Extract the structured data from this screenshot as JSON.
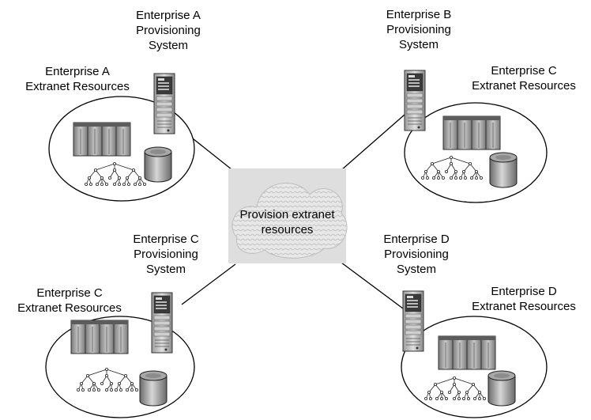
{
  "center": {
    "lines": [
      "Provision extranet",
      "resources"
    ]
  },
  "enterprises": [
    {
      "id": "a",
      "system_lines": [
        "Enterprise A",
        "Provisioning",
        "System"
      ],
      "resource_lines": [
        "Enterprise A",
        "Extranet Resources"
      ]
    },
    {
      "id": "b",
      "system_lines": [
        "Enterprise B",
        "Provisioning",
        "System"
      ],
      "resource_lines": [
        "Enterprise C",
        "Extranet Resources"
      ]
    },
    {
      "id": "c",
      "system_lines": [
        "Enterprise C",
        "Provisioning",
        "System"
      ],
      "resource_lines": [
        "Enterprise C",
        "Extranet Resources"
      ]
    },
    {
      "id": "d",
      "system_lines": [
        "Enterprise D",
        "Provisioning",
        "System"
      ],
      "resource_lines": [
        "Enterprise D",
        "Extranet Resources"
      ]
    }
  ],
  "icons": {
    "server": "server-tower-icon",
    "storage_cabinets": "storage-cabinet-icon",
    "database": "database-cylinder-icon",
    "hierarchy": "org-tree-icon",
    "cloud": "cloud-icon"
  }
}
